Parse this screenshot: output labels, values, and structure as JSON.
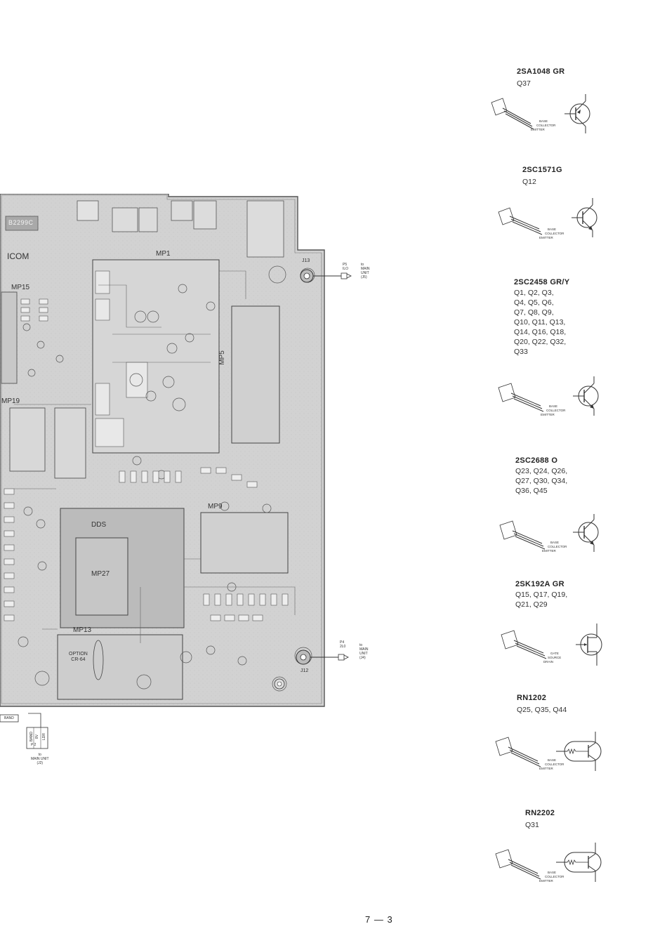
{
  "board": {
    "id_label": "B2299C",
    "logo_text": "ICOM",
    "module_labels": {
      "mp1": "MP1",
      "mp5": "MP5",
      "mp9": "MP9",
      "mp13": "MP13",
      "mp15": "MP15",
      "mp19": "MP19",
      "mp27": "MP27",
      "dds": "DDS",
      "option": "OPTION\nCR-64",
      "j12": "J12",
      "j13": "J13"
    },
    "connectors": {
      "p5": {
        "label": "P5\nILO",
        "dest": "to\nMAIN\nUNIT\n(J5)"
      },
      "p4": {
        "label": "P4\n2L0",
        "dest": "to\nMAIN\nUNIT\n(J4)"
      },
      "p2": {
        "label": "P 2",
        "pins": [
          "BAND",
          "8V",
          "LDR"
        ],
        "dest": "to\nMAIN UNIT\n(J2)"
      }
    },
    "band_box": "BAND"
  },
  "transistors": [
    {
      "part": "2SA1048  GR",
      "qs": "Q37",
      "type": "pnp",
      "pins": [
        "BASE",
        "COLLECTOR",
        "EMITTER"
      ]
    },
    {
      "part": "2SC1571G",
      "qs": "Q12",
      "type": "npn",
      "pins": [
        "BASE",
        "COLLECTOR",
        "EMITTER"
      ]
    },
    {
      "part": "2SC2458  GR/Y",
      "qs": "Q1, Q2, Q3,\nQ4, Q5, Q6,\nQ7, Q8, Q9,\nQ10, Q11, Q13,\nQ14, Q16, Q18,\nQ20, Q22, Q32,\nQ33",
      "type": "npn",
      "pins": [
        "BASE",
        "COLLECTOR",
        "EMITTER"
      ]
    },
    {
      "part": "2SC2688  O",
      "qs": "Q23, Q24, Q26,\nQ27, Q30, Q34,\nQ36, Q45",
      "type": "npn",
      "pins": [
        "BASE",
        "COLLECTOR",
        "EMITTER"
      ]
    },
    {
      "part": "2SK192A  GR",
      "qs": "Q15, Q17, Q19,\nQ21, Q29",
      "type": "fet",
      "pins": [
        "GATE",
        "SOURCE",
        "DRAIN"
      ]
    },
    {
      "part": "RN1202",
      "qs": "Q25, Q35, Q44",
      "type": "digital",
      "pins": [
        "BASE",
        "COLLECTOR",
        "EMITTER"
      ]
    },
    {
      "part": "RN2202",
      "qs": "Q31",
      "type": "digital",
      "pins": [
        "BASE",
        "COLLECTOR",
        "EMITTER"
      ]
    }
  ],
  "page_number": "7 — 3"
}
